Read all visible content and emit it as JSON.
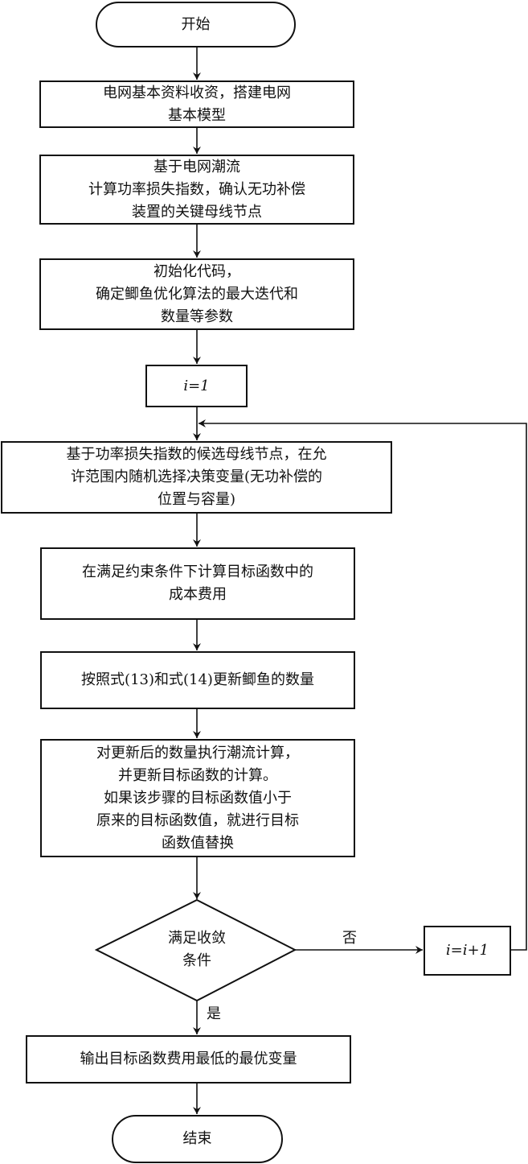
{
  "flowchart": {
    "start": "开始",
    "steps": [
      {
        "id": "collect",
        "lines": [
          "电网基本资料收资，搭建电网",
          "基本模型"
        ]
      },
      {
        "id": "power-flow",
        "lines": [
          "基于电网潮流",
          "计算功率损失指数，确认无功补偿",
          "装置的关键母线节点"
        ]
      },
      {
        "id": "init",
        "lines": [
          "初始化代码，",
          "确定鲫鱼优化算法的最大迭代和",
          "数量等参数"
        ]
      },
      {
        "id": "i-init",
        "lines": [
          "i=1"
        ]
      },
      {
        "id": "random-select",
        "lines": [
          "基于功率损失指数的候选母线节点，在允",
          "许范围内随机选择决策变量(无功补偿的",
          "位置与容量)"
        ]
      },
      {
        "id": "cost",
        "lines": [
          "在满足约束条件下计算目标函数中的",
          "成本费用"
        ]
      },
      {
        "id": "update",
        "lines": [
          "按照式(13)和式(14)更新鲫鱼的数量"
        ]
      },
      {
        "id": "evaluate",
        "lines": [
          "对更新后的数量执行潮流计算，",
          "并更新目标函数的计算。",
          "如果该步骤的目标函数值小于",
          "原来的目标函数值，就进行目标",
          "函数值替换"
        ]
      }
    ],
    "decision": {
      "lines": [
        "满足收敛",
        "条件"
      ],
      "yes_label": "是",
      "no_label": "否"
    },
    "increment": "i=i+1",
    "output": "输出目标函数费用最低的最优变量",
    "end": "结束"
  }
}
